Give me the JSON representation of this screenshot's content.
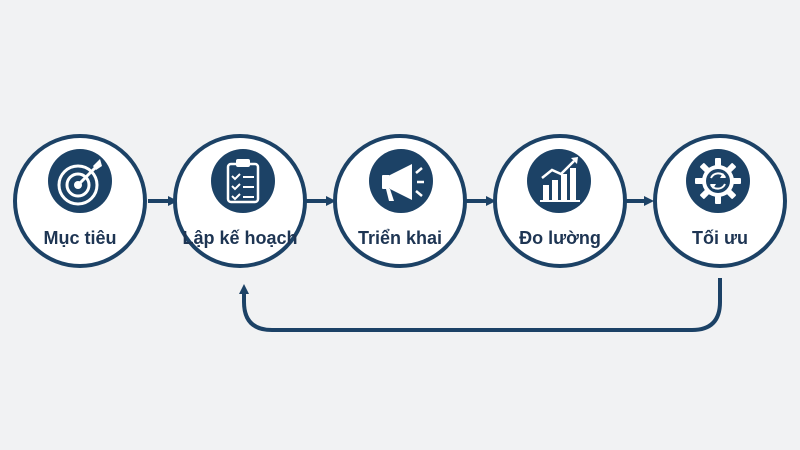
{
  "colors": {
    "background": "#f1f2f3",
    "primary": "#1c4266",
    "circle_fill": "#ffffff",
    "label": "#1e3553"
  },
  "steps": [
    {
      "label": "Mục tiêu",
      "icon": "target-icon"
    },
    {
      "label": "Lập kế hoạch",
      "icon": "clipboard-checklist-icon"
    },
    {
      "label": "Triển khai",
      "icon": "megaphone-icon"
    },
    {
      "label": "Đo lường",
      "icon": "bar-chart-growth-icon"
    },
    {
      "label": "Tối ưu",
      "icon": "gear-refresh-icon"
    }
  ],
  "connectors": [
    {
      "from": "Mục tiêu",
      "to": "Lập kế hoạch"
    },
    {
      "from": "Lập kế hoạch",
      "to": "Triển khai"
    },
    {
      "from": "Triển khai",
      "to": "Đo lường"
    },
    {
      "from": "Đo lường",
      "to": "Tối ưu"
    }
  ],
  "feedback_loop": {
    "from": "Tối ưu",
    "to": "Lập kế hoạch"
  }
}
